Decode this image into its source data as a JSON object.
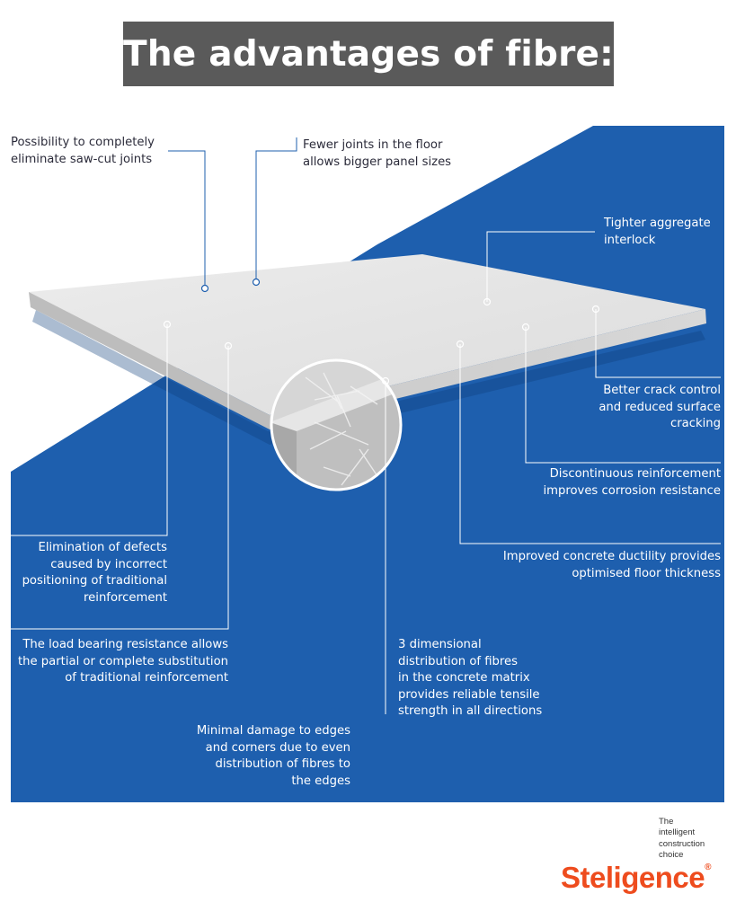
{
  "title": "The advantages of fibre:",
  "colors": {
    "blue": "#1e5fae",
    "title_bg": "#5a5a5a",
    "brand": "#ee4c1e"
  },
  "labels": {
    "saw_cut": [
      "Possibility to completely",
      "eliminate saw-cut joints"
    ],
    "fewer_joints": [
      "Fewer joints in the floor",
      "allows bigger panel sizes"
    ],
    "aggregate": [
      "Tighter aggregate",
      "interlock"
    ],
    "crack_control": [
      "Better crack control",
      "and reduced surface",
      "cracking"
    ],
    "corrosion": [
      "Discontinuous reinforcement",
      "improves corrosion resistance"
    ],
    "ductility": [
      "Improved concrete ductility provides",
      "optimised floor thickness"
    ],
    "defects": [
      "Elimination of defects",
      "caused by incorrect",
      "positioning of traditional",
      "reinforcement"
    ],
    "load_bearing": [
      "The load bearing resistance allows",
      "the partial or complete substitution",
      "of traditional reinforcement"
    ],
    "three_d": [
      "3 dimensional",
      "distribution of fibres",
      "in the concrete matrix",
      "provides reliable tensile",
      "strength in all directions"
    ],
    "edges": [
      "Minimal damage to edges",
      "and corners due to even",
      "distribution of fibres to",
      "the edges"
    ]
  },
  "brand": {
    "name": "Steligence",
    "mark": "®",
    "tagline": [
      "The",
      "intelligent",
      "construction",
      "choice"
    ]
  }
}
